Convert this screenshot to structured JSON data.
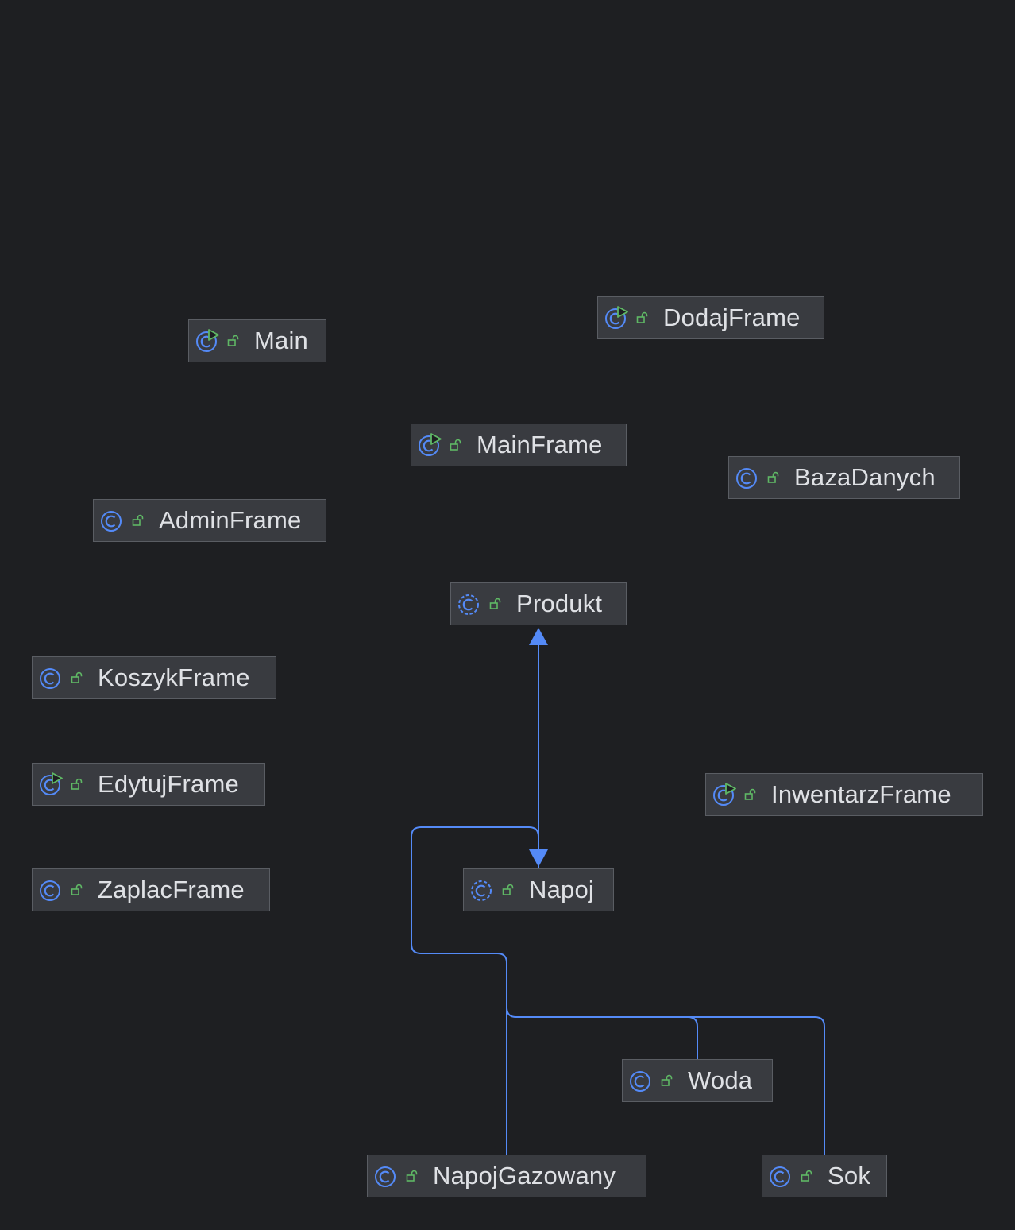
{
  "diagram": {
    "nodes": [
      {
        "id": "main",
        "name": "Main",
        "icon": "class-runnable-icon"
      },
      {
        "id": "dodajframe",
        "name": "DodajFrame",
        "icon": "class-runnable-icon"
      },
      {
        "id": "mainframe",
        "name": "MainFrame",
        "icon": "class-runnable-icon"
      },
      {
        "id": "bazadanych",
        "name": "BazaDanych",
        "icon": "class-icon"
      },
      {
        "id": "adminframe",
        "name": "AdminFrame",
        "icon": "class-icon"
      },
      {
        "id": "produkt",
        "name": "Produkt",
        "icon": "abstract-class-icon"
      },
      {
        "id": "koszykframe",
        "name": "KoszykFrame",
        "icon": "class-icon"
      },
      {
        "id": "edytujframe",
        "name": "EdytujFrame",
        "icon": "class-runnable-icon"
      },
      {
        "id": "inwentarzframe",
        "name": "InwentarzFrame",
        "icon": "class-runnable-icon"
      },
      {
        "id": "zaplacframe",
        "name": "ZaplacFrame",
        "icon": "class-icon"
      },
      {
        "id": "napoj",
        "name": "Napoj",
        "icon": "abstract-class-icon"
      },
      {
        "id": "woda",
        "name": "Woda",
        "icon": "class-icon"
      },
      {
        "id": "napojgazowany",
        "name": "NapojGazowany",
        "icon": "class-icon"
      },
      {
        "id": "sok",
        "name": "Sok",
        "icon": "class-icon"
      }
    ],
    "edges": [
      {
        "from": "napoj",
        "to": "produkt",
        "type": "extends"
      },
      {
        "from": "woda",
        "to": "napoj",
        "type": "extends"
      },
      {
        "from": "napojgazowany",
        "to": "napoj",
        "type": "extends"
      },
      {
        "from": "sok",
        "to": "napoj",
        "type": "extends"
      }
    ],
    "colors": {
      "background": "#1e1f22",
      "node_fill": "#393b40",
      "edge": "#548af7",
      "class_icon": "#548af7",
      "run_marker": "#5fb865",
      "lock": "#5fb865"
    }
  }
}
